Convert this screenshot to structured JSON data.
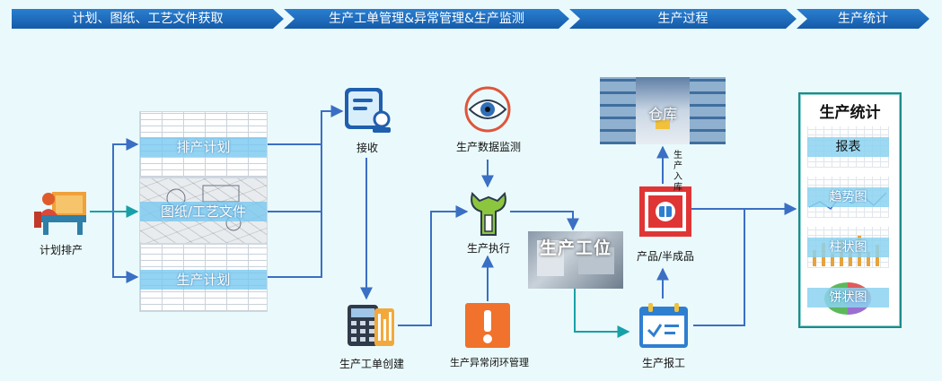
{
  "header": {
    "steps": [
      {
        "label": "计划、图纸、工艺文件获取"
      },
      {
        "label": "生产工单管理&异常管理&生产监测"
      },
      {
        "label": "生产过程"
      },
      {
        "label": "生产统计"
      }
    ]
  },
  "nodes": {
    "plan_schedule": "计划排产",
    "receive": "接收",
    "work_order_create": "生产工单创建",
    "data_monitor": "生产数据监测",
    "execute": "生产执行",
    "exception_mgmt": "生产异常闭环管理",
    "station": "生产工位",
    "report": "生产报工",
    "product": "产品/半成品",
    "warehouse": "仓库",
    "stock_in": "生产入库"
  },
  "documents": {
    "schedule": "排产计划",
    "drawing": "图纸/工艺文件",
    "production_plan": "生产计划"
  },
  "stats": {
    "title": "生产统计",
    "items": [
      "报表",
      "趋势图",
      "柱状图",
      "饼状图"
    ]
  },
  "colors": {
    "header": "#1a68b8",
    "arrow": "#3a6fc4",
    "teal_arrow": "#17a0a8",
    "panel_border": "#1f8a8a"
  }
}
